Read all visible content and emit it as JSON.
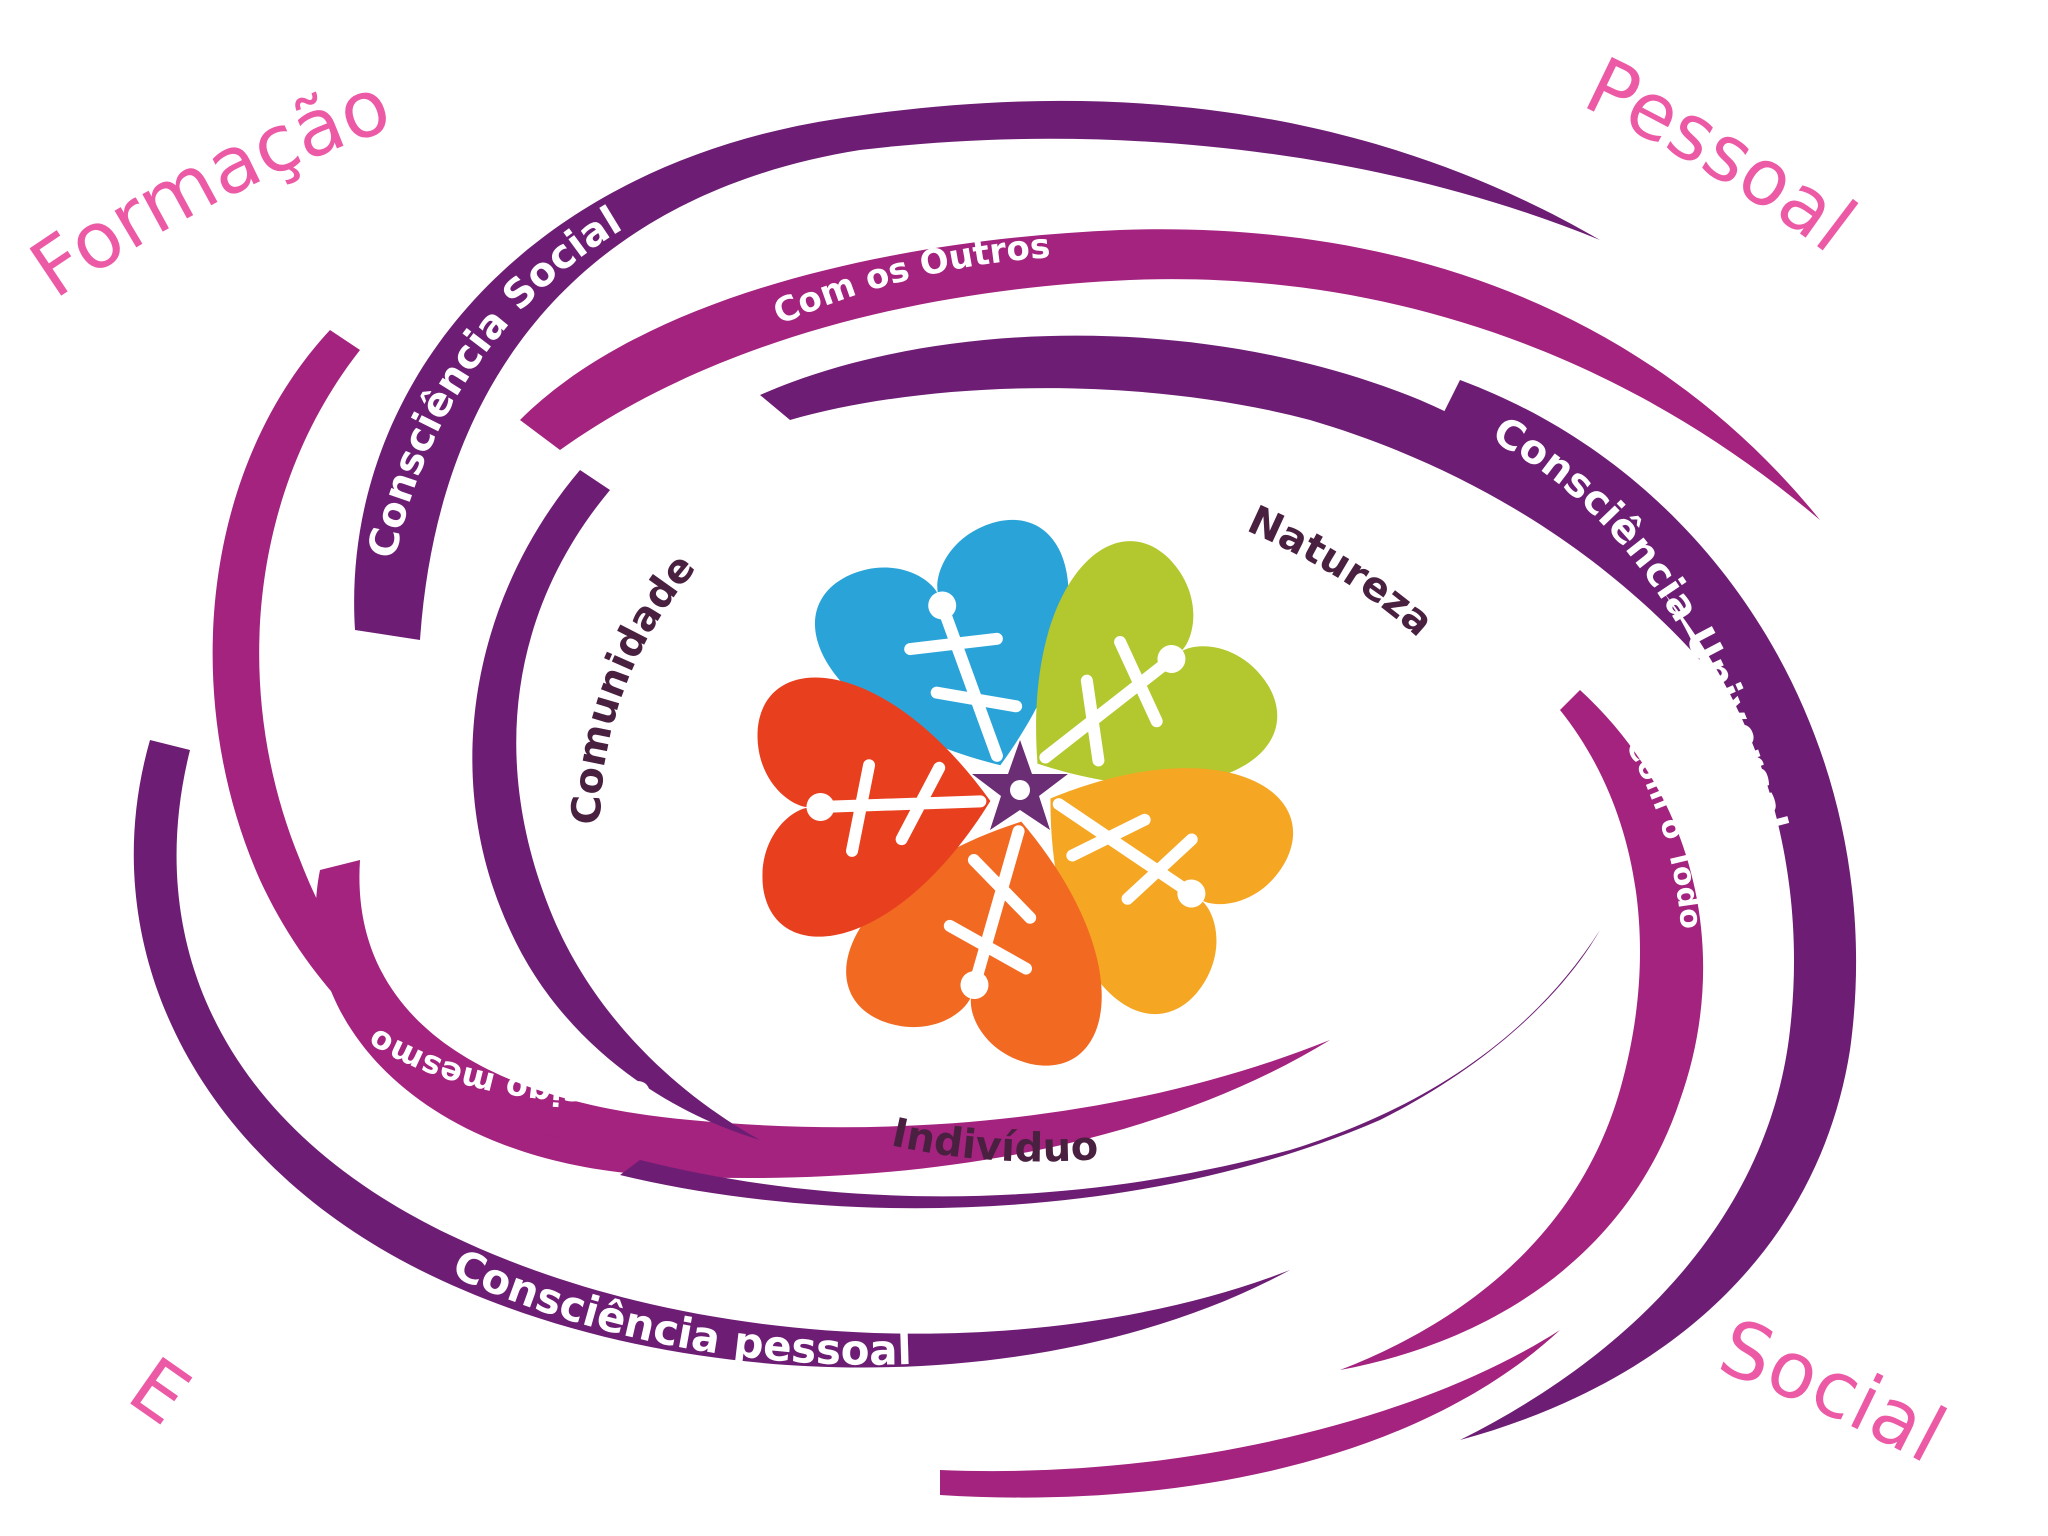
{
  "corners": {
    "top_left": "Formação",
    "top_right": "Pessoal",
    "bottom_left": "E",
    "bottom_right": "Social"
  },
  "bands": {
    "consciencia_social": "Consciência Social",
    "com_os_outros": "Com os Outros",
    "consciencia_universal": "Consciência Universal",
    "com_o_todo": "Com o Todo",
    "consigo_mesmo": "Consigo mesmo",
    "consciencia_pessoal": "Consciência pessoal"
  },
  "inner_labels": {
    "comunidade": "Comunidade",
    "natureza": "Natureza",
    "individuo": "Indivíduo"
  },
  "colors": {
    "corner_text": "#ec5aa6",
    "band_dark": "#6d1e74",
    "band_light": "#a3237e",
    "inner_text": "#4a2040",
    "heart_blue": "#2aa4d8",
    "heart_green": "#b3c82e",
    "heart_yellow": "#f5a623",
    "heart_orange": "#f26a22",
    "heart_red": "#e8401f",
    "center_star": "#6b2d73"
  }
}
